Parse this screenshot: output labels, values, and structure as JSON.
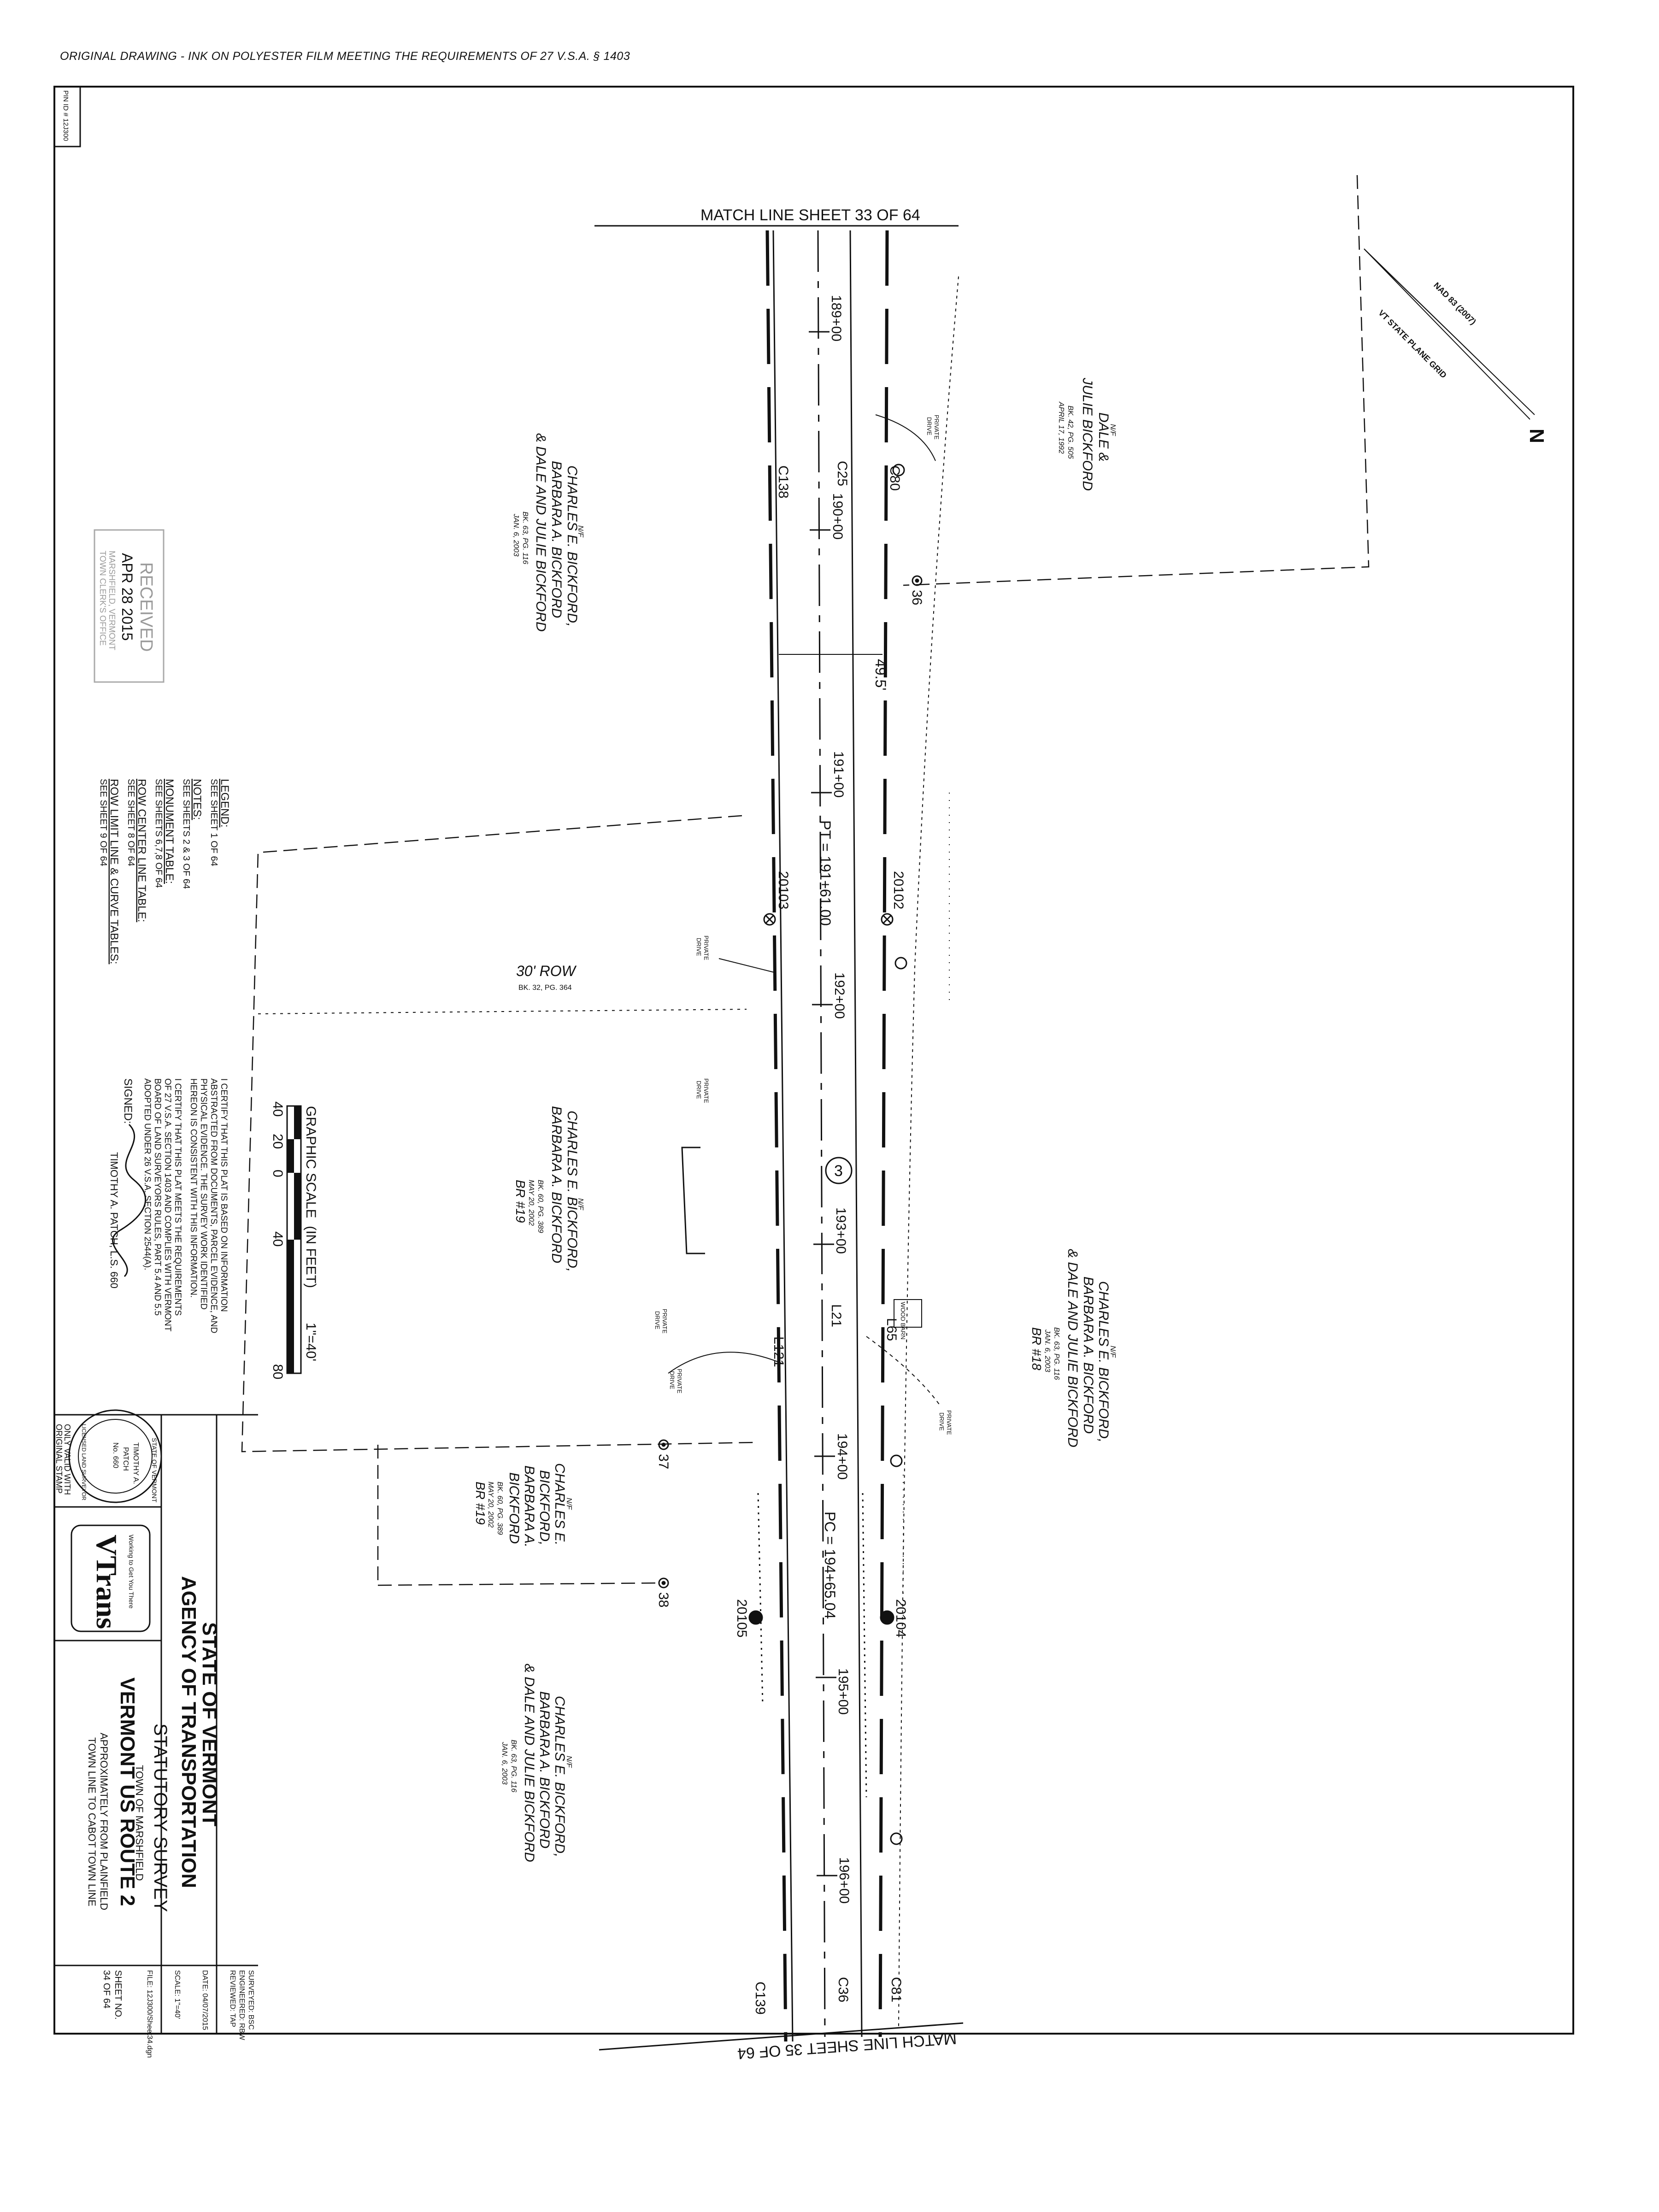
{
  "header": "ORIGINAL DRAWING - INK ON POLYESTER FILM MEETING THE REQUIREMENTS OF 27 V.S.A. § 1403",
  "pin": "PIN ID # 12J300",
  "match_line_top": "MATCH LINE SHEET 33 OF 64",
  "match_line_bottom": "MATCH LINE SHEET 35 OF 64",
  "north": {
    "line1": "NAD 83 (2007)",
    "line2": "VT STATE PLANE GRID",
    "letter": "N"
  },
  "stations": [
    "189+00",
    "190+00",
    "191+00",
    "192+00",
    "193+00",
    "194+00",
    "195+00",
    "196+00"
  ],
  "curve_labels": [
    "C138",
    "C25",
    "C80",
    "C139",
    "C36",
    "C81",
    "L65",
    "L21",
    "L121"
  ],
  "points": {
    "p36": "36",
    "p37": "37",
    "p38": "38",
    "p20102": "20102",
    "p20103": "20103",
    "p20104": "20104",
    "p20105": "20105"
  },
  "pt_label": "PT = 191+61.00",
  "pc_label": "PC = 194+65.04",
  "width_label": "49.5'",
  "circle_num": "3",
  "private_drive": [
    "PRIVATE",
    "DRIVE"
  ],
  "wood_barn": "WOOD BARN",
  "row": {
    "label": "30' ROW",
    "ref": "BK. 32, PG. 364"
  },
  "parcels": {
    "dale": {
      "nf": "N/F",
      "l1": "DALE &",
      "l2": "JULIE BICKFORD",
      "l3": "BK. 42, PG. 505",
      "l4": "APRIL 17, 1992"
    },
    "cb_left": {
      "nf": "N/F",
      "l1": "CHARLES E. BICKFORD,",
      "l2": "BARBARA A. BICKFORD",
      "l3": "& DALE AND JULIE BICKFORD",
      "l4": "BK. 63, PG. 116",
      "l5": "JAN. 6, 2003"
    },
    "cb_mid": {
      "nf": "N/F",
      "l1": "CHARLES E. BICKFORD,",
      "l2": "BARBARA A. BICKFORD",
      "l3": "BK. 60, PG. 389",
      "l4": "MAY 20, 2002",
      "l5": "BR #19"
    },
    "cb_right": {
      "nf": "N/F",
      "l1": "CHARLES E. BICKFORD,",
      "l2": "BARBARA A. BICKFORD",
      "l3": "& DALE AND JULIE BICKFORD",
      "l4": "BK. 63, PG. 116",
      "l5": "JAN. 6, 2003",
      "l6": "BR #18"
    },
    "cb_small": {
      "nf": "N/F",
      "l1": "CHARLES E.",
      "l2": "BICKFORD,",
      "l3": "BARBARA A.",
      "l4": "BICKFORD",
      "l5": "BK. 60, PG. 389",
      "l6": "MAY 20, 2002",
      "l7": "BR #19"
    },
    "cb_bottom": {
      "nf": "N/F",
      "l1": "CHARLES E. BICKFORD,",
      "l2": "BARBARA A. BICKFORD",
      "l3": "& DALE AND JULIE BICKFORD",
      "l4": "BK. 63, PG. 116",
      "l5": "JAN. 6, 2003"
    }
  },
  "received": {
    "l1": "RECEIVED",
    "l2": "APR 28 2015",
    "l3": "MARSHFIELD, VERMONT",
    "l4": "TOWN CLERK'S OFFICE"
  },
  "legend": {
    "title": "LEGEND:",
    "t1": "SEE SHEET 1 OF 64",
    "notes": "NOTES:",
    "t2": "SEE SHEETS 2 & 3 OF 64",
    "mon": "MONUMENT TABLE:",
    "t3": "SEE SHEETS 6,7,8 OF 64",
    "row": "ROW CENTER LINE TABLE:",
    "t4": "SEE SHEET 8 OF 64",
    "curve": "ROW LIMIT LINE & CURVE TABLES:",
    "t5": "SEE SHEET 9 OF 64"
  },
  "scale": {
    "title": "GRAPHIC SCALE",
    "units": "(IN FEET)",
    "ratio": "1\"=40'",
    "ticks": [
      "40",
      "20",
      "0",
      "40",
      "80"
    ]
  },
  "cert": {
    "l1": "I CERTIFY THAT THIS PLAT IS BASED ON INFORMATION",
    "l2": "ABSTRACTED FROM DOCUMENTS, PARCEL EVIDENCE, AND",
    "l3": "PHYSICAL EVIDENCE. THE SURVEY WORK IDENTIFIED",
    "l4": "HEREON IS CONSISTENT WITH THIS INFORMATION.",
    "l5": "I CERTIFY THAT THIS PLAT MEETS THE REQUIREMENTS",
    "l6": "OF 27 V.S.A. SECTION 1403 AND COMPLIES WITH VERMONT",
    "l7": "BOARD OF LAND SURVEYORS RULES, PART 5.4 AND 5.5",
    "l8": "ADOPTED UNDER 26 V.S.A. SECTION 2544(A).",
    "signed": "SIGNED:",
    "name": "TIMOTHY A. PATCH, L.S. 660"
  },
  "stamp": {
    "top": "STATE OF VERMONT",
    "mid1": "TIMOTHY A.",
    "mid2": "PATCH",
    "num": "No. 660",
    "bottom": "LICENSED LAND SURVEYOR",
    "note1": "ONLY VALID WITH",
    "note2": "ORIGINAL STAMP"
  },
  "title_block": {
    "s1": "STATE OF VERMONT",
    "s2": "AGENCY OF TRANSPORTATION",
    "s3": "STATUTORY SURVEY",
    "s4": "TOWN OF MARSHFIELD",
    "s5": "VERMONT US ROUTE 2",
    "s6": "APPROXIMATELY FROM PLAINFIELD",
    "s7": "TOWN LINE TO CABOT TOWN LINE",
    "logo": "VTrans",
    "logo_sub": "Working to Get You There",
    "f1": "SURVEYED: BSC",
    "f2": "ENGINEERED: RBW",
    "f3": "REVIEWED: TAP",
    "f4": "DATE: 04/07/2015",
    "f5": "SCALE: 1\"=40'",
    "f6": "FILE: 12J300/Sheet34.dgn",
    "f7": "SHEET NO.",
    "f8": "34 OF 64"
  }
}
